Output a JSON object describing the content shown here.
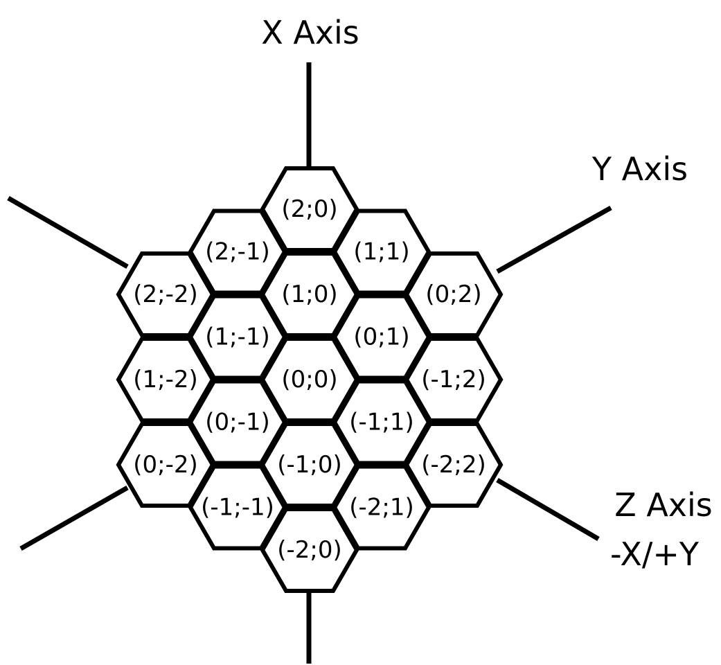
{
  "axes": {
    "x_label": "X Axis",
    "y_label": "Y Axis",
    "z_label": "Z Axis",
    "z_sublabel": "-X/+Y"
  },
  "cells": [
    {
      "x": 2,
      "y": 0,
      "label": "(2;0)"
    },
    {
      "x": 2,
      "y": -1,
      "label": "(2;-1)"
    },
    {
      "x": 1,
      "y": 1,
      "label": "(1;1)"
    },
    {
      "x": 2,
      "y": -2,
      "label": "(2;-2)"
    },
    {
      "x": 1,
      "y": 0,
      "label": "(1;0)"
    },
    {
      "x": 0,
      "y": 2,
      "label": "(0;2)"
    },
    {
      "x": 1,
      "y": -1,
      "label": "(1;-1)"
    },
    {
      "x": 0,
      "y": 1,
      "label": "(0;1)"
    },
    {
      "x": 1,
      "y": -2,
      "label": "(1;-2)"
    },
    {
      "x": 0,
      "y": 0,
      "label": "(0;0)"
    },
    {
      "x": -1,
      "y": 2,
      "label": "(-1;2)"
    },
    {
      "x": 0,
      "y": -1,
      "label": "(0;-1)"
    },
    {
      "x": -1,
      "y": 1,
      "label": "(-1;1)"
    },
    {
      "x": 0,
      "y": -2,
      "label": "(0;-2)"
    },
    {
      "x": -1,
      "y": 0,
      "label": "(-1;0)"
    },
    {
      "x": -2,
      "y": 2,
      "label": "(-2;2)"
    },
    {
      "x": -1,
      "y": -1,
      "label": "(-1;-1)"
    },
    {
      "x": -2,
      "y": 1,
      "label": "(-2;1)"
    },
    {
      "x": -2,
      "y": 0,
      "label": "(-2;0)"
    }
  ]
}
